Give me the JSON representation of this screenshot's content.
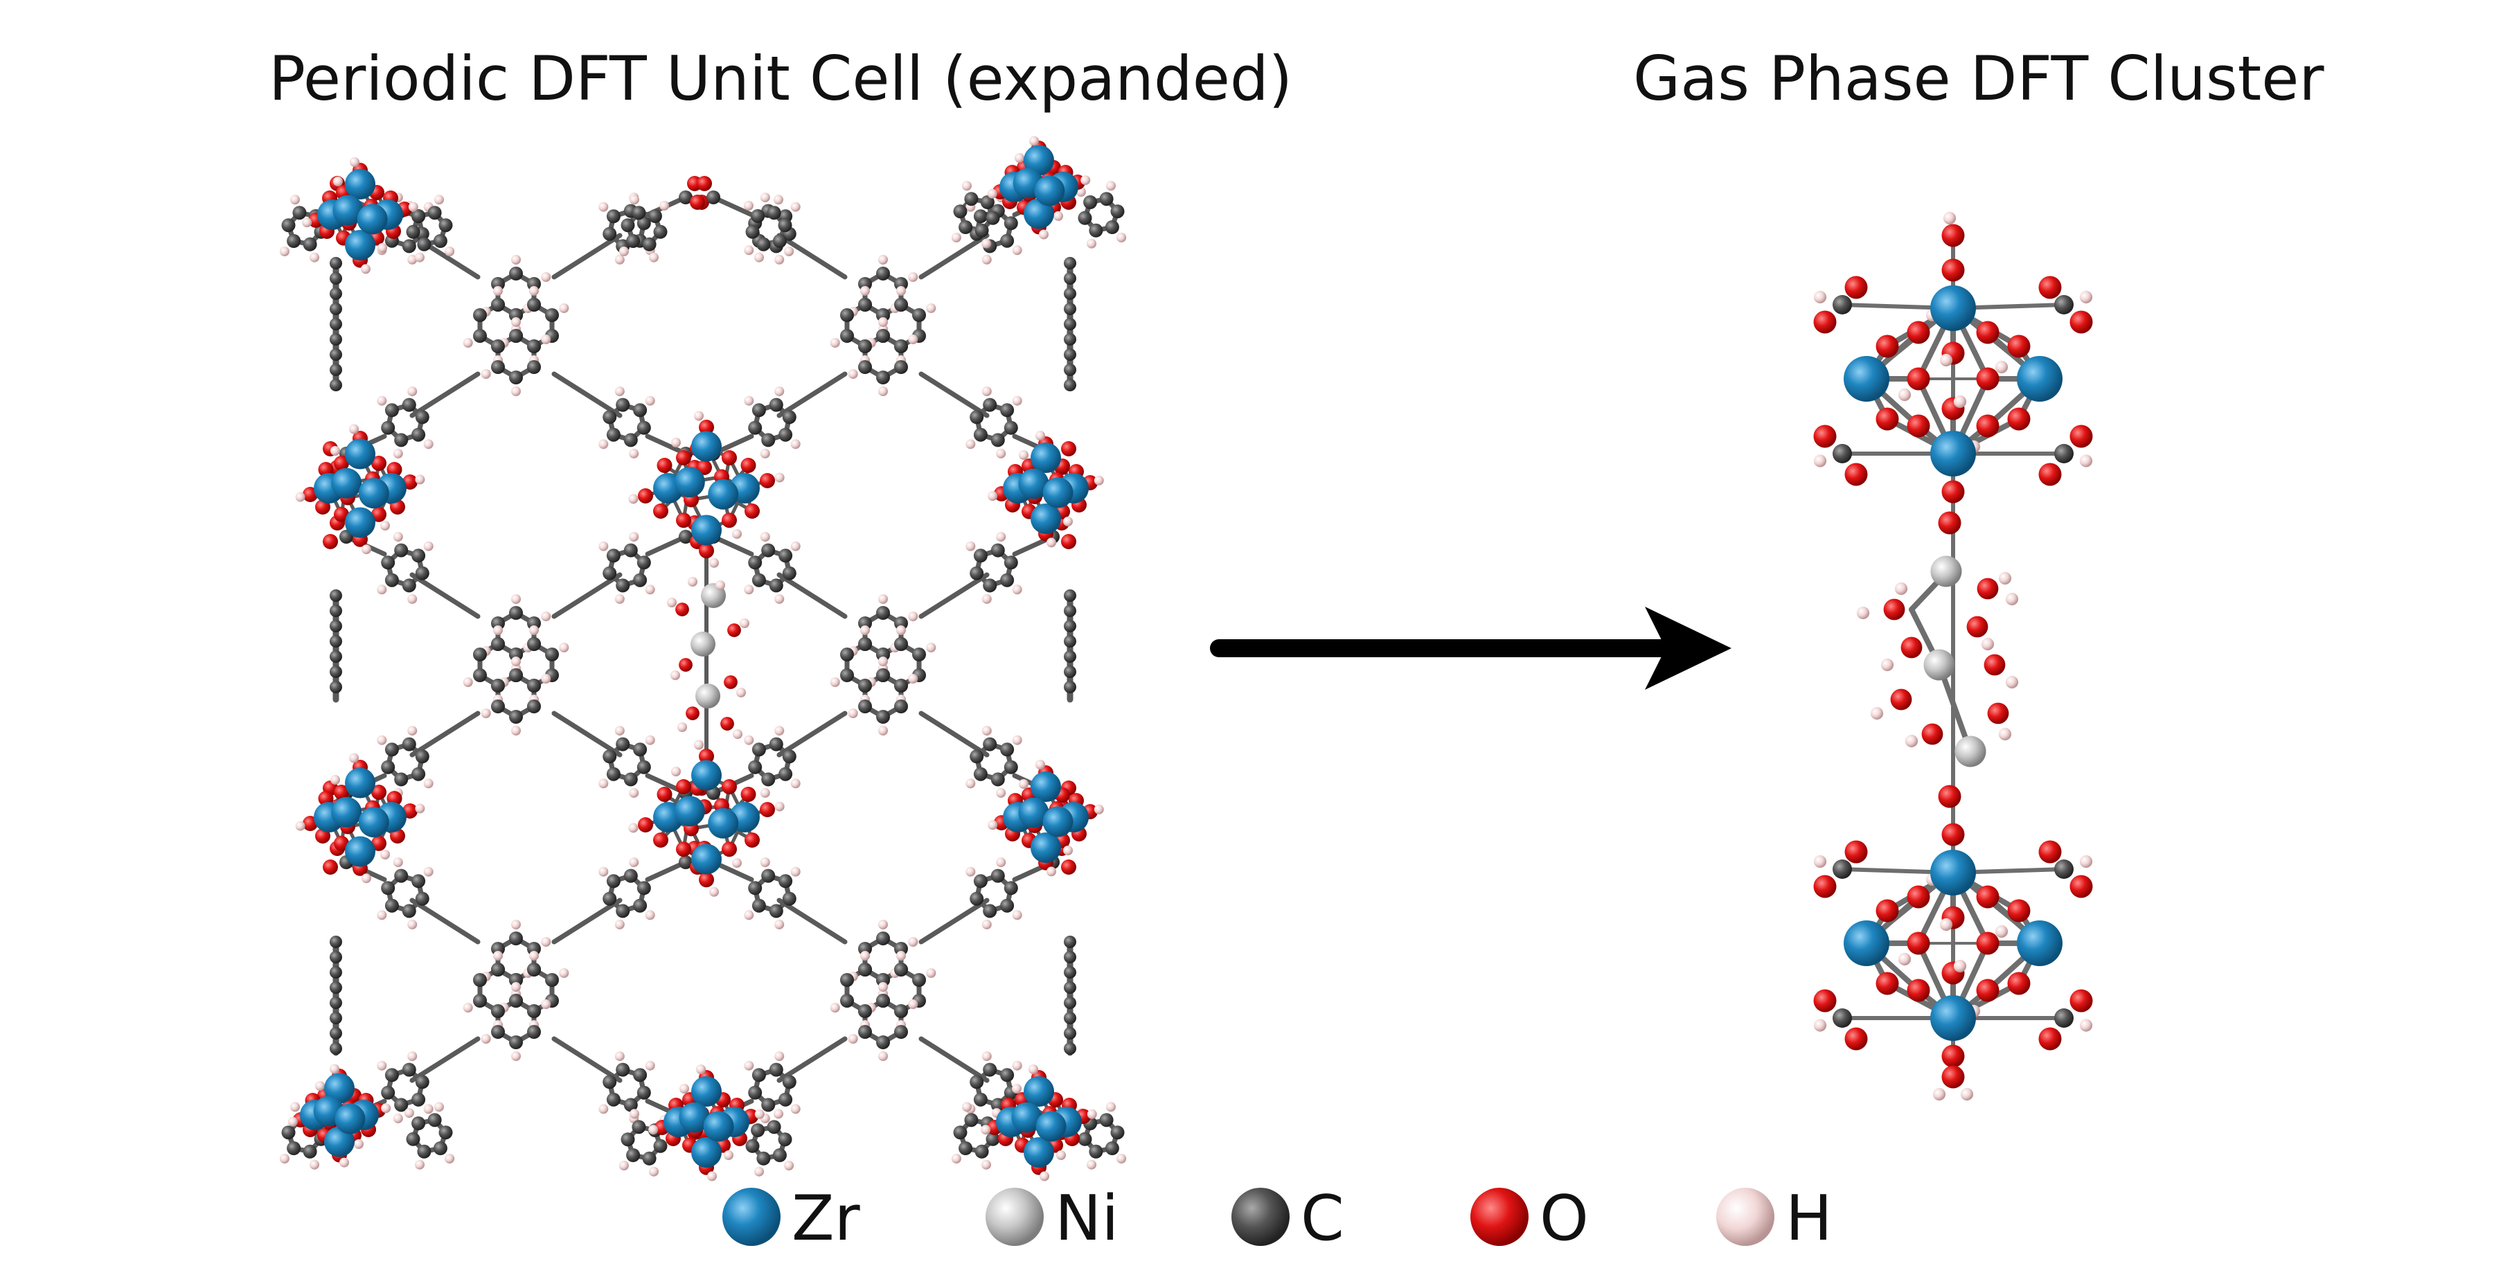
{
  "titles": {
    "left": "Periodic DFT Unit Cell (expanded)",
    "right": "Gas Phase DFT Cluster"
  },
  "legend": [
    {
      "symbol": "Zr",
      "color": "#1f86c0",
      "icon": "zr-atom-icon"
    },
    {
      "symbol": "Ni",
      "color": "#c8c8c8",
      "icon": "ni-atom-icon"
    },
    {
      "symbol": "C",
      "color": "#555555",
      "icon": "c-atom-icon"
    },
    {
      "symbol": "O",
      "color": "#e01414",
      "icon": "o-atom-icon"
    },
    {
      "symbol": "H",
      "color": "#f2d6d6",
      "icon": "h-atom-icon"
    }
  ],
  "arrow": {
    "icon": "right-arrow-icon"
  }
}
